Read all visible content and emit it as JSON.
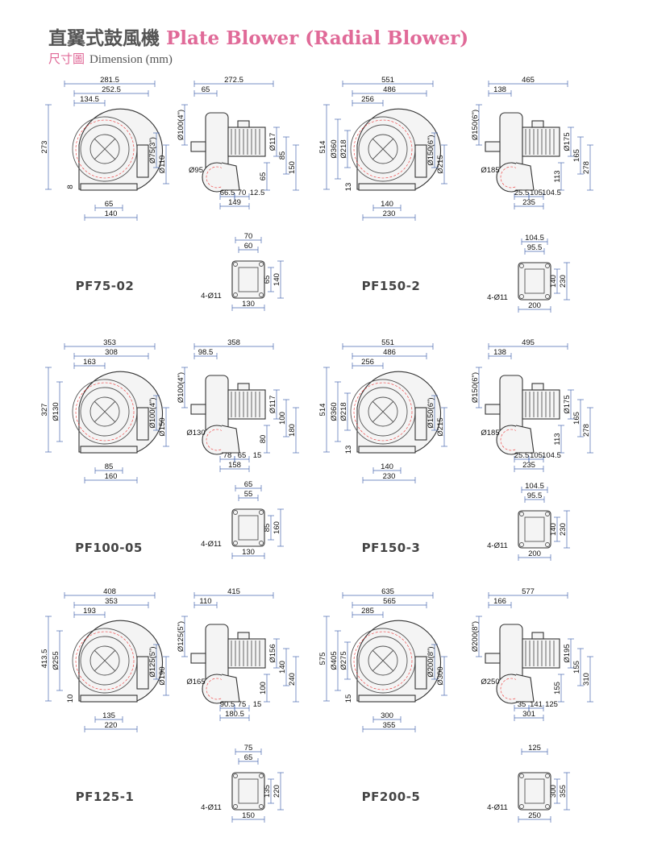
{
  "header": {
    "title_zh": "直翼式鼓風機",
    "title_en": "Plate Blower (Radial Blower)",
    "subtitle_zh": "尺寸圖",
    "subtitle_en": "Dimension (mm)"
  },
  "models": [
    {
      "name": "PF75-02",
      "front": {
        "top1": "281.5",
        "top2": "252.5",
        "top3": "134.5",
        "left": "273",
        "right1": "Ø75(3\")",
        "right2": "Ø110",
        "small": "8",
        "bottom1": "65",
        "bottom2": "140"
      },
      "side": {
        "top1": "272.5",
        "top2": "65",
        "left": "Ø100(4\")",
        "circle": "Ø95",
        "right1": "Ø117",
        "right2": "85",
        "right3": "150",
        "right4": "65",
        "b1": "66.5",
        "b2": "70",
        "b3": "12.5",
        "b4": "149"
      },
      "base": {
        "t1": "70",
        "t2": "60",
        "r1": "65",
        "r2": "140",
        "holes": "4-Ø11",
        "bottom": "130"
      }
    },
    {
      "name": "PF150-2",
      "front": {
        "top1": "551",
        "top2": "486",
        "top3": "256",
        "left1": "514",
        "left2": "Ø360",
        "left3": "Ø218",
        "small": "13",
        "right1": "Ø150(6\")",
        "right2": "Ø215",
        "bottom1": "140",
        "bottom2": "230"
      },
      "side": {
        "top1": "465",
        "top2": "138",
        "left": "Ø150(6\")",
        "circle": "Ø185",
        "right1": "Ø175",
        "right2": "165",
        "right3": "278",
        "right4": "113",
        "b1": "25.5",
        "b2": "105",
        "b3": "104.5",
        "b4": "235"
      },
      "base": {
        "t1": "104.5",
        "t2": "95.5",
        "r1": "140",
        "r2": "230",
        "holes": "4-Ø11",
        "bottom": "200"
      }
    },
    {
      "name": "PF100-05",
      "front": {
        "top1": "353",
        "top2": "308",
        "top3": "163",
        "left1": "327",
        "left2": "Ø130",
        "right1": "Ø100(4\")",
        "right2": "Ø150",
        "bottom1": "85",
        "bottom2": "160"
      },
      "side": {
        "top1": "358",
        "top2": "98.5",
        "left": "Ø100(4\")",
        "circle": "Ø130",
        "right1": "Ø117",
        "right2": "100",
        "right3": "180",
        "right4": "80",
        "b1": "78",
        "b2": "65",
        "b3": "15",
        "b4": "158"
      },
      "base": {
        "t1": "65",
        "t2": "55",
        "r1": "85",
        "r2": "160",
        "holes": "4-Ø11",
        "bottom": "130"
      }
    },
    {
      "name": "PF150-3",
      "front": {
        "top1": "551",
        "top2": "486",
        "top3": "256",
        "left1": "514",
        "left2": "Ø360",
        "left3": "Ø218",
        "small": "13",
        "right1": "Ø150(6\")",
        "right2": "Ø215",
        "bottom1": "140",
        "bottom2": "230"
      },
      "side": {
        "top1": "495",
        "top2": "138",
        "left": "Ø150(6\")",
        "circle": "Ø185",
        "right1": "Ø175",
        "right2": "165",
        "right3": "278",
        "right4": "113",
        "b1": "25.5",
        "b2": "105",
        "b3": "104.5",
        "b4": "235"
      },
      "base": {
        "t1": "104.5",
        "t2": "95.5",
        "r1": "140",
        "r2": "230",
        "holes": "4-Ø11",
        "bottom": "200"
      }
    },
    {
      "name": "PF125-1",
      "front": {
        "top1": "408",
        "top2": "353",
        "top3": "193",
        "left1": "413.5",
        "left2": "Ø255",
        "small": "10",
        "right1": "Ø125(5\")",
        "right2": "Ø190",
        "bottom1": "135",
        "bottom2": "220"
      },
      "side": {
        "top1": "415",
        "top2": "110",
        "left": "Ø125(5\")",
        "circle": "Ø165",
        "right1": "Ø156",
        "right2": "140",
        "right3": "240",
        "right4": "100",
        "b1": "90.5",
        "b2": "75",
        "b3": "15",
        "b4": "180.5"
      },
      "base": {
        "t1": "75",
        "t2": "65",
        "r1": "135",
        "r2": "220",
        "holes": "4-Ø11",
        "bottom": "150"
      }
    },
    {
      "name": "PF200-5",
      "front": {
        "top1": "635",
        "top2": "565",
        "top3": "285",
        "left1": "575",
        "left2": "Ø405",
        "left3": "Ø275",
        "small": "15",
        "right1": "Ø200(8\")",
        "right2": "Ø300",
        "bottom1": "300",
        "bottom2": "355"
      },
      "side": {
        "top1": "577",
        "top2": "166",
        "left": "Ø200(8\")",
        "circle": "Ø250",
        "right1": "Ø195",
        "right2": "155",
        "right3": "310",
        "right4": "155",
        "b1": "35",
        "b2": "141",
        "b3": "125",
        "b4": "301"
      },
      "base": {
        "t1": "125",
        "r1": "300",
        "r2": "355",
        "holes": "4-Ø11",
        "bottom": "250"
      }
    }
  ]
}
